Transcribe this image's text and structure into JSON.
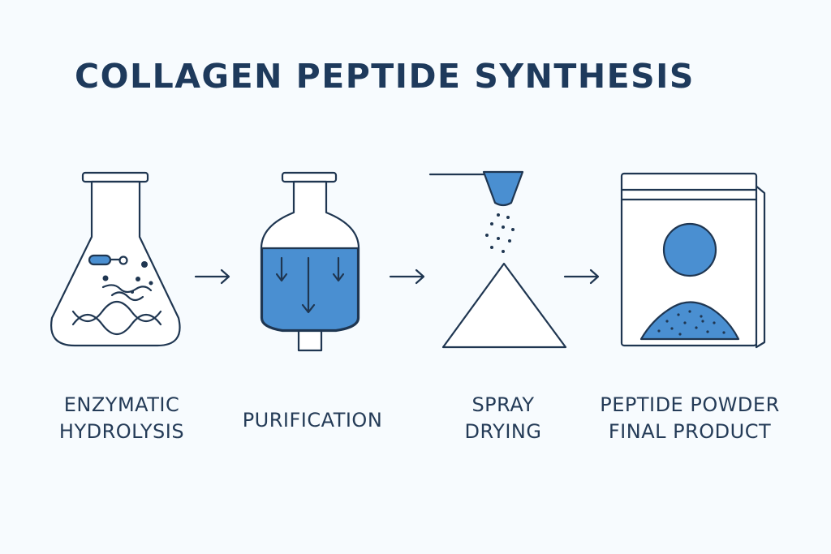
{
  "title": "COLLAGEN PEPTIDE SYNTHESIS",
  "steps": [
    {
      "lines": [
        "ENZYMATIC",
        "HYDROLYSIS"
      ]
    },
    {
      "lines": [
        "PURIFICATION"
      ]
    },
    {
      "lines": [
        "SPRAY",
        "DRYING"
      ]
    },
    {
      "lines": [
        "PEPTIDE POWDER",
        "FINAL PRODUCT"
      ]
    }
  ],
  "colors": {
    "outline": "#1f3651",
    "accent_blue": "#4a8fd1",
    "background": "#f7fbfe"
  },
  "icons": [
    "erlenmeyer-flask-icon",
    "separatory-funnel-icon",
    "spray-dryer-icon",
    "powder-bag-icon"
  ]
}
